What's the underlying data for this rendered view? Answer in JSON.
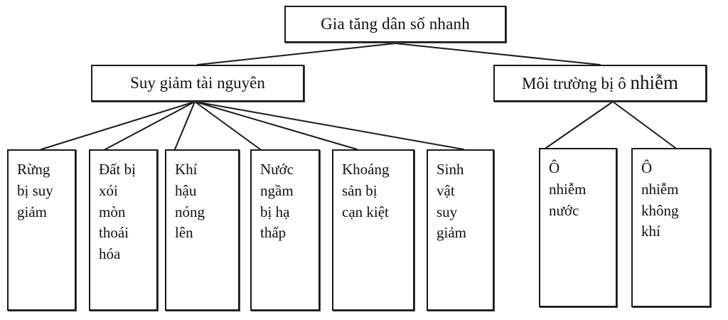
{
  "diagram": {
    "type": "hierarchy-tree",
    "title": "Gia tăng dân số nhanh",
    "levels": 3,
    "line_color": "#1a1a1a",
    "box_border_color": "#1a1a1a",
    "background_color": "#ffffff"
  },
  "root": {
    "label": "Gia tăng dân số nhanh"
  },
  "branches": [
    {
      "label": "Suy giảm tài nguyên"
    },
    {
      "label_prefix": "Môi trường bị ô ",
      "label_emphasis": "nhiễm"
    }
  ],
  "leaves_left": [
    {
      "label": "Rừng\nbị suy\ngiảm"
    },
    {
      "label": "Đất bị\nxói\nmòn\nthoái\nhóa"
    },
    {
      "label": "Khí\nhậu\nnóng\nlên"
    },
    {
      "label": "Nước\nngầm\nbị hạ\nthấp"
    },
    {
      "label": "Khoáng\nsản bị\ncạn kiệt"
    },
    {
      "label": "Sinh\nvật\nsuy\ngiảm"
    }
  ],
  "leaves_right": [
    {
      "label": "Ô\nnhiễm\nnước"
    },
    {
      "label": "Ô\nnhiễm\nkhông\nkhí"
    }
  ]
}
